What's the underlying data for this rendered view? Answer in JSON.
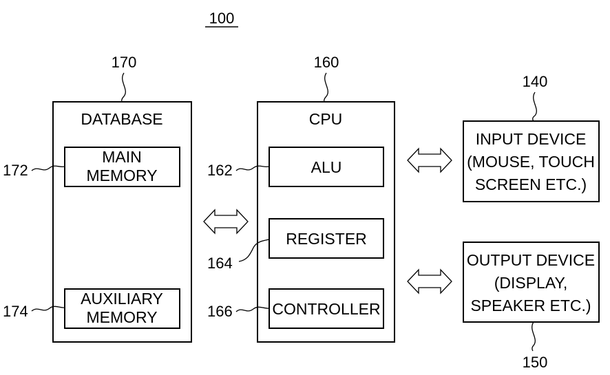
{
  "figure_number": "100",
  "database": {
    "ref": "170",
    "title": "DATABASE",
    "main_memory": {
      "ref": "172",
      "line1": "MAIN",
      "line2": "MEMORY"
    },
    "auxiliary_memory": {
      "ref": "174",
      "line1": "AUXILIARY",
      "line2": "MEMORY"
    }
  },
  "cpu": {
    "ref": "160",
    "title": "CPU",
    "alu": {
      "ref": "162",
      "label": "ALU"
    },
    "register": {
      "ref": "164",
      "label": "REGISTER"
    },
    "controller": {
      "ref": "166",
      "label": "CONTROLLER"
    }
  },
  "input_device": {
    "ref": "140",
    "line1": "INPUT DEVICE",
    "line2": "(MOUSE, TOUCH",
    "line3": "SCREEN ETC.)"
  },
  "output_device": {
    "ref": "150",
    "line1": "OUTPUT DEVICE",
    "line2": "(DISPLAY,",
    "line3": "SPEAKER ETC.)"
  }
}
